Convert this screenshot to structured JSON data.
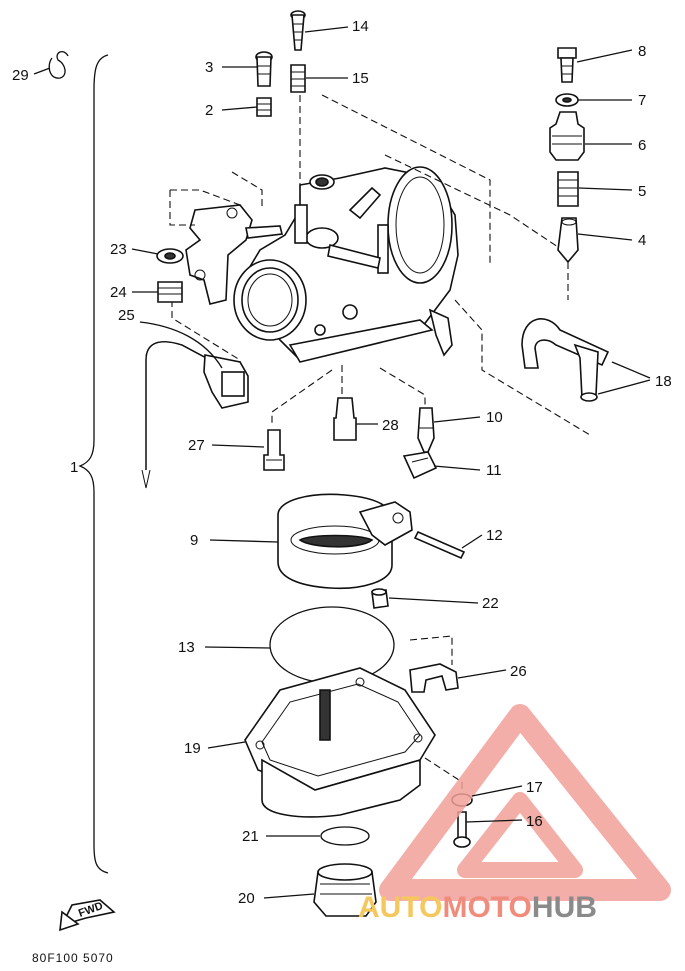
{
  "diagram": {
    "callouts": [
      "1",
      "2",
      "3",
      "4",
      "5",
      "6",
      "7",
      "8",
      "9",
      "10",
      "11",
      "12",
      "13",
      "14",
      "15",
      "16",
      "17",
      "18",
      "19",
      "20",
      "21",
      "22",
      "23",
      "24",
      "25",
      "26",
      "27",
      "28",
      "29"
    ],
    "drawing_code": "80F100 5070",
    "fwd_label": "FWD",
    "watermark": {
      "part1": "AUTO",
      "part2": "MOTO",
      "part3": "HUB",
      "colors": {
        "auto": "#f6c75c",
        "moto": "#f08c7c",
        "hub": "#8a8a8a",
        "logo": "#f2a09a"
      }
    }
  }
}
